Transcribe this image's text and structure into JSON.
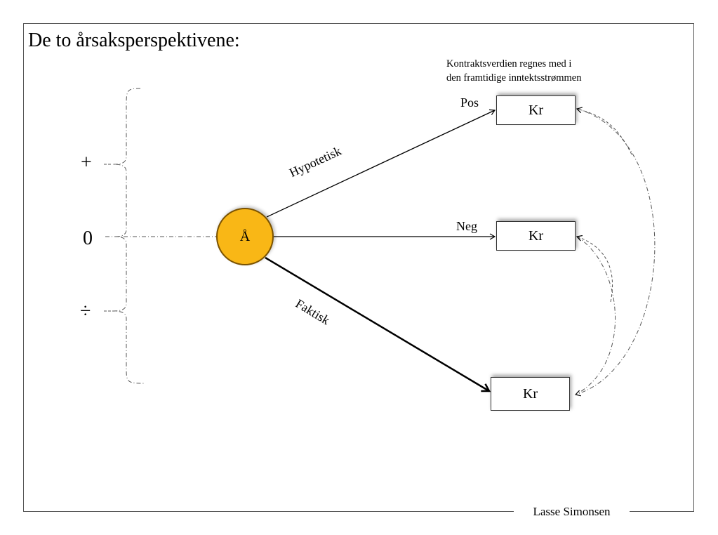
{
  "title": "De to årsaksperspektivene:",
  "note": {
    "line1": "Kontraktsverdien regnes med i",
    "line2": "den framtidige inntektsstrømmen"
  },
  "scale": {
    "plus": "+",
    "zero": "0",
    "minus": "÷"
  },
  "node": {
    "label": "Å",
    "color": "#f9b716"
  },
  "boxes": [
    {
      "label": "Kr"
    },
    {
      "label": "Kr"
    },
    {
      "label": "Kr"
    }
  ],
  "edges": {
    "top": "Hypotetisk",
    "bottom": "Faktisk",
    "pos": "Pos",
    "neg": "Neg"
  },
  "footer": "Lasse Simonsen"
}
